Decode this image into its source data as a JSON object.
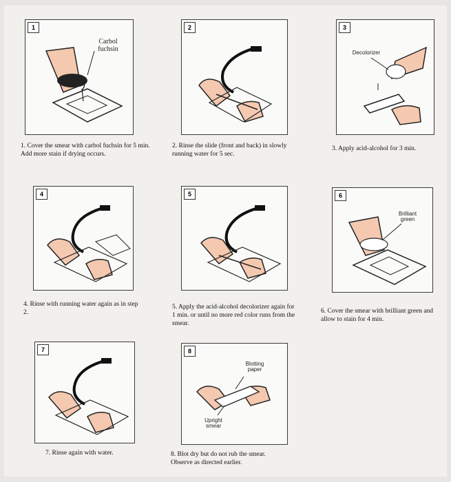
{
  "panels": [
    {
      "number": "1",
      "label": "Carbol fuchsin",
      "caption": "1. Cover the smear with carbol fuchsin for 5 min. Add more stain if drying occurs."
    },
    {
      "number": "2",
      "label": "",
      "caption": "2. Rinse the slide (front and back) in slowly running water for 5 sec."
    },
    {
      "number": "3",
      "label": "Decolorizer",
      "caption": "3. Apply acid-alcohol for 3 min."
    },
    {
      "number": "4",
      "label": "",
      "caption": "4. Rinse with running water again as in step 2."
    },
    {
      "number": "5",
      "label": "",
      "caption": "5. Apply the acid-alcohol decolorizer again for 1 min. or until no more red color runs from the smear."
    },
    {
      "number": "6",
      "label": "Brilliant green",
      "caption": "6. Cover the smear with brilliant green and allow to stain for 4 min."
    },
    {
      "number": "7",
      "label": "",
      "caption": "7. Rinse again with water."
    },
    {
      "number": "8",
      "label": "Blotting paper",
      "label2": "Upright smear",
      "caption": "8. Blot dry but do not rub the smear. Observe as directed earlier."
    }
  ]
}
